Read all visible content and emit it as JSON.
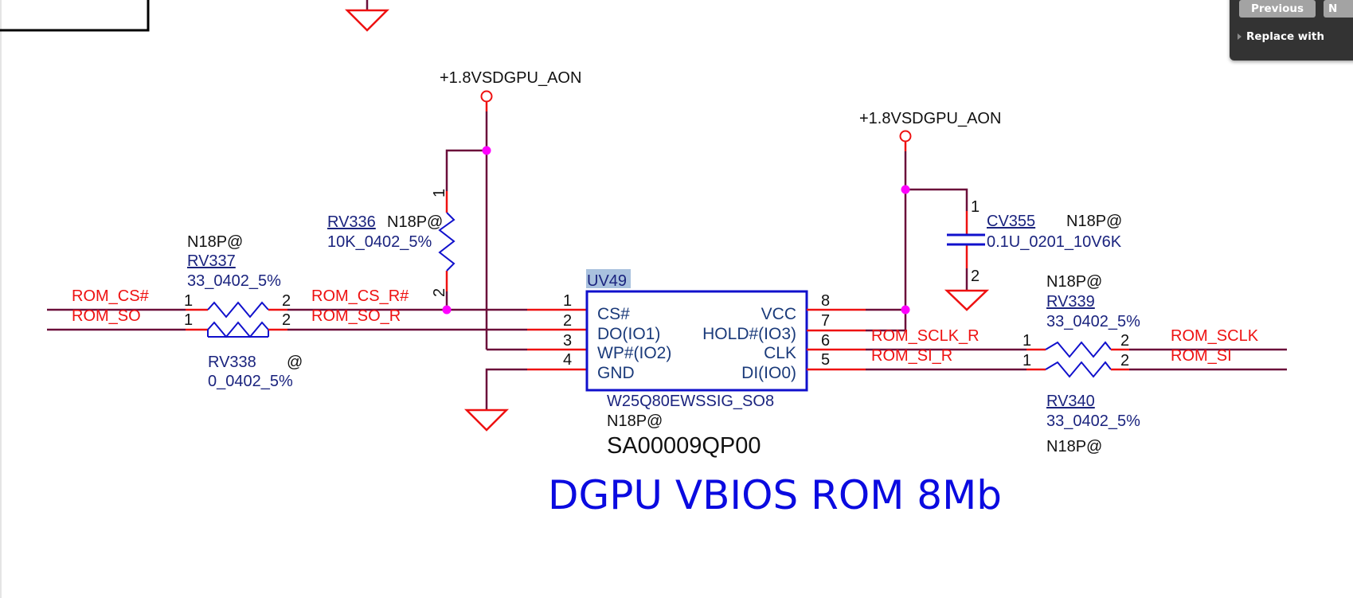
{
  "schematic": {
    "title": "DGPU VBIOS ROM 8Mb",
    "colors": {
      "wire": "#6b0f3a",
      "pin_stub": "#ee1111",
      "component": "#1010cc",
      "junction": "#ff00ff",
      "net_label": "#ee1111",
      "title": "#0a0ae0",
      "highlight": "#a9c1de"
    },
    "power_rails": [
      {
        "id": "pwr1",
        "label": "+1.8VSDGPU_AON"
      },
      {
        "id": "pwr2",
        "label": "+1.8VSDGPU_AON"
      }
    ],
    "ic": {
      "refdes": "UV49",
      "part": "W25Q80EWSSIG_SO8",
      "option": "N18P@",
      "part_number": "SA00009QP00",
      "left_pins": [
        {
          "num": "1",
          "name": "CS#"
        },
        {
          "num": "2",
          "name": "DO(IO1)"
        },
        {
          "num": "3",
          "name": "WP#(IO2)"
        },
        {
          "num": "4",
          "name": "GND"
        }
      ],
      "right_pins": [
        {
          "num": "8",
          "name": "VCC"
        },
        {
          "num": "7",
          "name": "HOLD#(IO3)"
        },
        {
          "num": "6",
          "name": "CLK"
        },
        {
          "num": "5",
          "name": "DI(IO0)"
        }
      ]
    },
    "resistors": {
      "rv336": {
        "refdes": "RV336",
        "option": "N18P@",
        "value": "10K_0402_5%",
        "pin1": "1",
        "pin2": "2"
      },
      "rv337": {
        "refdes": "RV337",
        "option": "N18P@",
        "value": "33_0402_5%",
        "pin1": "1",
        "pin2": "2"
      },
      "rv338": {
        "refdes": "RV338",
        "option": "@",
        "value": "0_0402_5%",
        "pin1": "1",
        "pin2": "2"
      },
      "rv339": {
        "refdes": "RV339",
        "option": "N18P@",
        "value": "33_0402_5%",
        "pin1": "1",
        "pin2": "2"
      },
      "rv340": {
        "refdes": "RV340",
        "option": "N18P@",
        "value": "33_0402_5%",
        "pin1": "1",
        "pin2": "2"
      }
    },
    "capacitor": {
      "refdes": "CV355",
      "option": "N18P@",
      "value": "0.1U_0201_10V6K",
      "pin1": "1",
      "pin2": "2"
    },
    "nets": {
      "rom_cs": "ROM_CS#",
      "rom_so": "ROM_SO",
      "rom_cs_r": "ROM_CS_R#",
      "rom_so_r": "ROM_SO_R",
      "rom_sclk_r": "ROM_SCLK_R",
      "rom_si_r": "ROM_SI_R",
      "rom_sclk": "ROM_SCLK",
      "rom_si": "ROM_SI"
    }
  },
  "find_panel": {
    "previous_label": "Previous",
    "next_label": "N",
    "replace_label": "Replace with"
  }
}
